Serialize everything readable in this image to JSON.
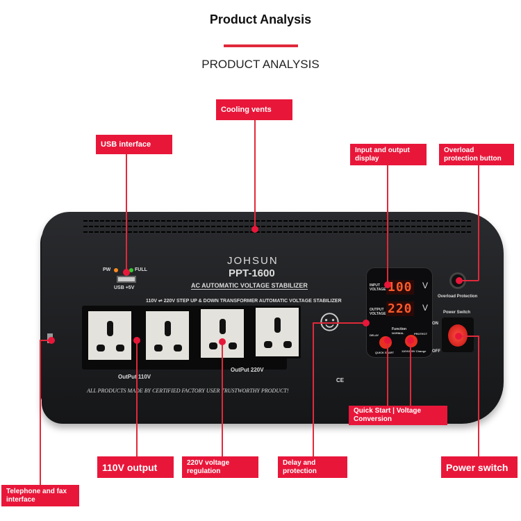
{
  "header": {
    "title": "Product Analysis",
    "subtitle": "PRODUCT ANALYSIS"
  },
  "callouts": {
    "cooling_vents": "Cooling vents",
    "usb_interface": "USB interface",
    "io_display": "Input and output display",
    "overload_button": "Overload protection button",
    "quick_start": "Quick Start | Voltage Conversion",
    "output_110v": "110V output",
    "regulation_220v": "220V voltage regulation",
    "delay_protection": "Delay and protection",
    "power_switch": "Power switch",
    "telephone_fax": "Telephone and fax interface"
  },
  "device": {
    "brand": "JOHSUN",
    "model": "PPT-1600",
    "type_label": "AC AUTOMATIC VOLTAGE STABILIZER",
    "spec_line": "110V ⇌ 220V STEP UP & DOWN TRANSFORMER   AUTOMATIC VOLTAGE STABILIZER",
    "pw": "PW",
    "full": "FULL",
    "usb": "USB +5V",
    "output_110": "OutPut 110V",
    "output_220": "OutPut 220V",
    "slogan": "ALL PRODUCTS MADE BY CERTIFIED FACTORY USER TRUSTWORTHY PRODUCT!",
    "ce": "CE",
    "input_label": "INPUT VOLTAGE",
    "output_label": "OUTPUT VOLTAGE",
    "input_value": "100",
    "output_value": "220",
    "unit": "V",
    "function": "Function",
    "delay": "DELAY",
    "normal": "NORMAL",
    "protect": "PROTECT",
    "quick_start": "QUICK START",
    "change": "110V/220V Change",
    "overload": "Overload Protection",
    "power_switch": "Power Switch",
    "on": "ON",
    "off": "OFF"
  },
  "colors": {
    "accent": "#e8173a"
  }
}
